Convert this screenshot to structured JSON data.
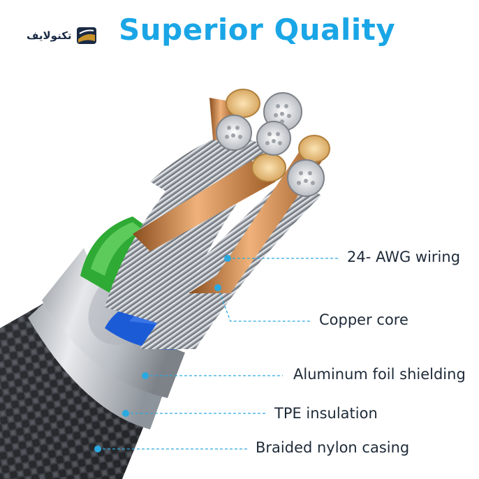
{
  "header": {
    "logo_text": "تکنولایف",
    "title": "Superior Quality"
  },
  "colors": {
    "title": "#1aa6e6",
    "callout_line": "#2aa9e0",
    "copper": "#c98a4b",
    "green_insulation": "#2faa34",
    "blue_insulation": "#1b5bd6",
    "aluminum_foil": "#c9cdd2",
    "braid": "#2b2d31"
  },
  "callouts": [
    {
      "id": "awg",
      "label": "24- AWG wiring"
    },
    {
      "id": "copper",
      "label": "Copper core"
    },
    {
      "id": "foil",
      "label": "Aluminum foil shielding"
    },
    {
      "id": "tpe",
      "label": "TPE insulation"
    },
    {
      "id": "braid",
      "label": "Braided nylon casing"
    }
  ]
}
